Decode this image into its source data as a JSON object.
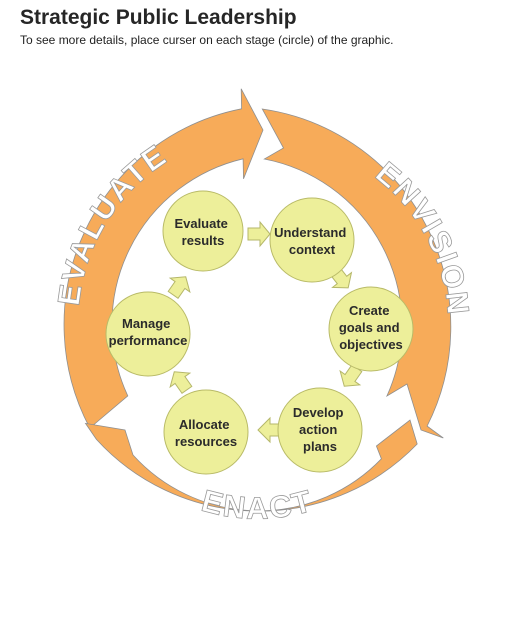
{
  "header": {
    "title": "Strategic Public Leadership",
    "subtitle": "To see more details, place curser on each stage (circle) of the graphic."
  },
  "ring": {
    "evaluate": "EVALUATE",
    "envision": "ENVISION",
    "enact": "ENACT"
  },
  "stages": [
    {
      "lines": [
        "Evaluate",
        "results"
      ]
    },
    {
      "lines": [
        "Understand",
        "context"
      ]
    },
    {
      "lines": [
        "Create",
        "goals and",
        "objectives"
      ]
    },
    {
      "lines": [
        "Develop",
        "action",
        "plans"
      ]
    },
    {
      "lines": [
        "Allocate",
        "resources"
      ]
    },
    {
      "lines": [
        "Manage",
        "performance"
      ]
    }
  ],
  "colors": {
    "ring": "#f7ab59",
    "stage": "#edef9a"
  }
}
